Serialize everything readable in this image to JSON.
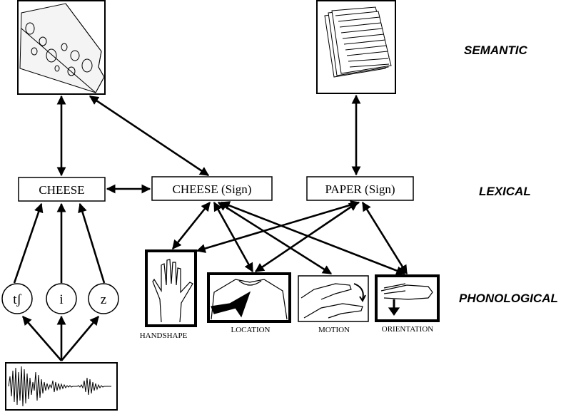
{
  "levels": {
    "semantic": "SEMANTIC",
    "lexical": "LEXICAL",
    "phonological": "PHONOLOGICAL"
  },
  "lexical_nodes": {
    "cheese_word": "CHEESE",
    "cheese_sign": "CHEESE (Sign)",
    "paper_sign": "PAPER (Sign)"
  },
  "phonemes": [
    "tʃ",
    "i",
    "z"
  ],
  "sign_parameters": {
    "handshape": "HANDSHAPE",
    "location": "LOCATION",
    "motion": "MOTION",
    "orientation": "ORIENTATION"
  },
  "icons": {
    "cheese": "cheese-picture-icon",
    "paper": "paper-stack-picture-icon",
    "waveform": "speech-waveform-icon",
    "handshape": "raised-hand-icon",
    "location": "torso-location-icon",
    "motion": "moving-hands-icon",
    "orientation": "palm-orientation-icon"
  },
  "colors": {
    "ink": "#000000",
    "background": "#ffffff"
  }
}
